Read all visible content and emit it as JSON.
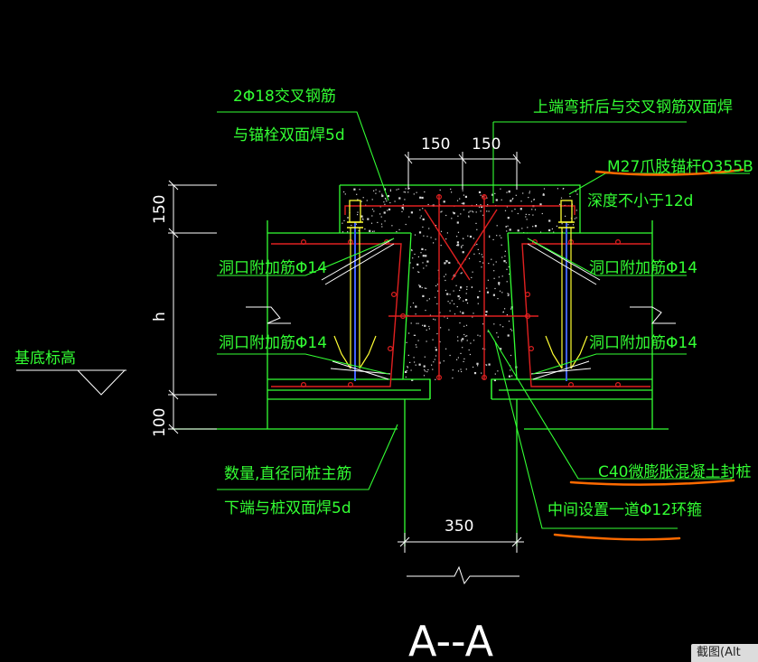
{
  "labels": {
    "cross_rebar_line1": "2Φ18交叉钢筋",
    "cross_rebar_line2": "与锚栓双面焊5d",
    "top_bend_note": "上端弯折后与交叉钢筋双面焊",
    "anchor_line1": "M27爪肢锚杆Q355B",
    "anchor_line2": "深度不小于12d",
    "opening_rebar_upper_left": "洞口附加筋Φ14",
    "opening_rebar_lower_left": "洞口附加筋Φ14",
    "opening_rebar_upper_right": "洞口附加筋Φ14",
    "opening_rebar_lower_right": "洞口附加筋Φ14",
    "base_elevation": "基底标高",
    "main_rebar_line1": "数量,直径同桩主筋",
    "main_rebar_line2": "下端与桩双面焊5d",
    "concrete_note": "C40微膨胀混凝土封桩",
    "hoop_note": "中间设置一道Φ12环箍"
  },
  "dimensions": {
    "top_left": "150",
    "top_right": "150",
    "left_top": "150",
    "left_mid": "h",
    "left_bottom": "100",
    "bottom": "350"
  },
  "section_title": "A--A",
  "tab_text": "截图(Alt",
  "colors": {
    "background": "#000000",
    "label_green": "#33ff33",
    "rebar_red": "#e02020",
    "bolt_yellow": "#ffff33",
    "dimension_white": "#ffffff",
    "highlight_orange": "#ff6a00",
    "anchor_blue": "#4060ff"
  }
}
